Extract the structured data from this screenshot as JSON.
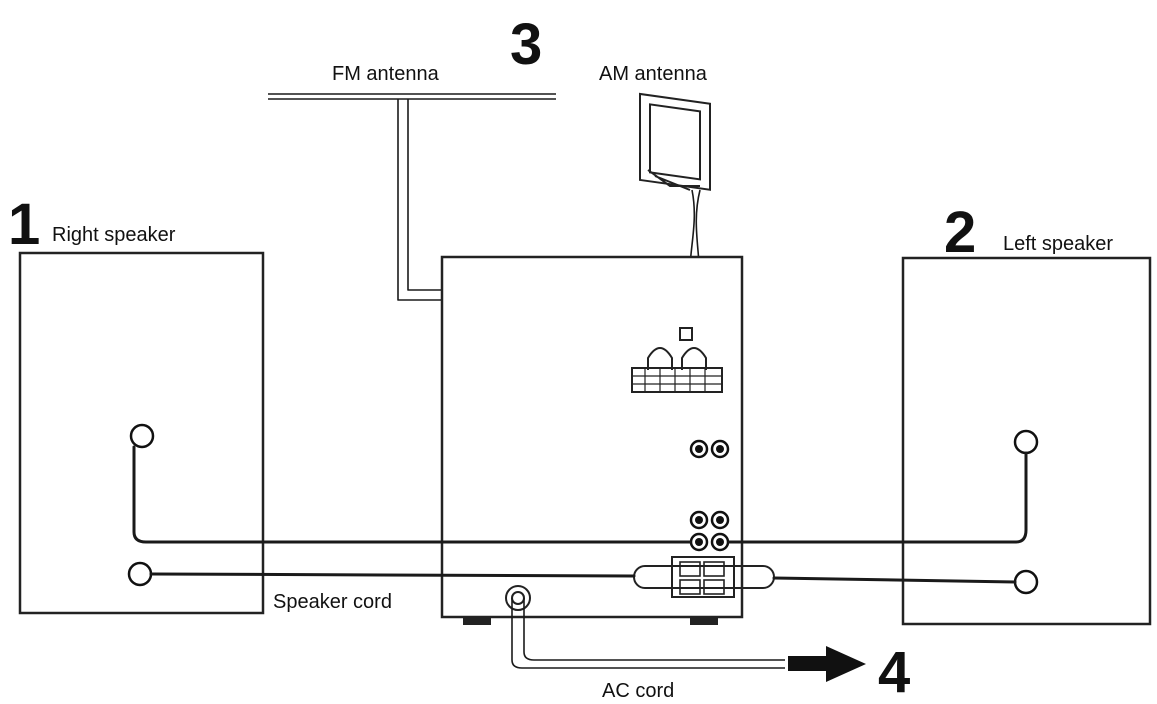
{
  "labels": {
    "fm_antenna": "FM antenna",
    "am_antenna": "AM antenna",
    "right_speaker": "Right speaker",
    "left_speaker": "Left speaker",
    "speaker_cord": "Speaker cord",
    "ac_cord": "AC cord"
  },
  "steps": {
    "one": "1",
    "two": "2",
    "three": "3",
    "four": "4"
  },
  "colors": {
    "ink": "#111111",
    "paper": "#ffffff"
  }
}
